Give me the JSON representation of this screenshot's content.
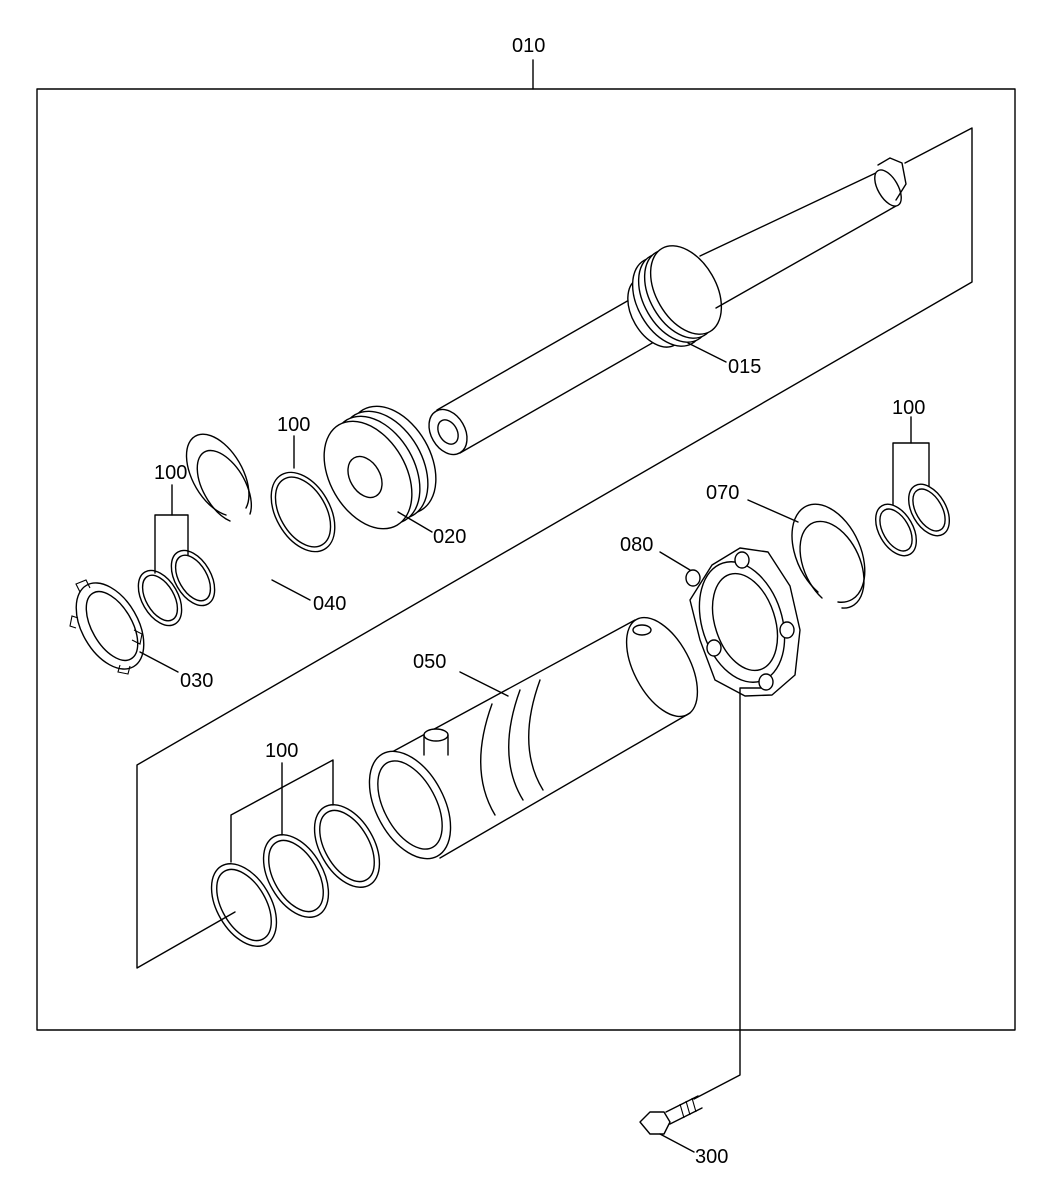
{
  "parts": {
    "assembly": "010",
    "rod": "015",
    "piston": "020",
    "nut": "030",
    "ring_040": "040",
    "tube": "050",
    "ring_070": "070",
    "head": "080",
    "seal_kit_upper_left": "100",
    "seal_kit_rod": "100",
    "seal_kit_right": "100",
    "seal_kit_lower": "100",
    "bolt": "300"
  }
}
